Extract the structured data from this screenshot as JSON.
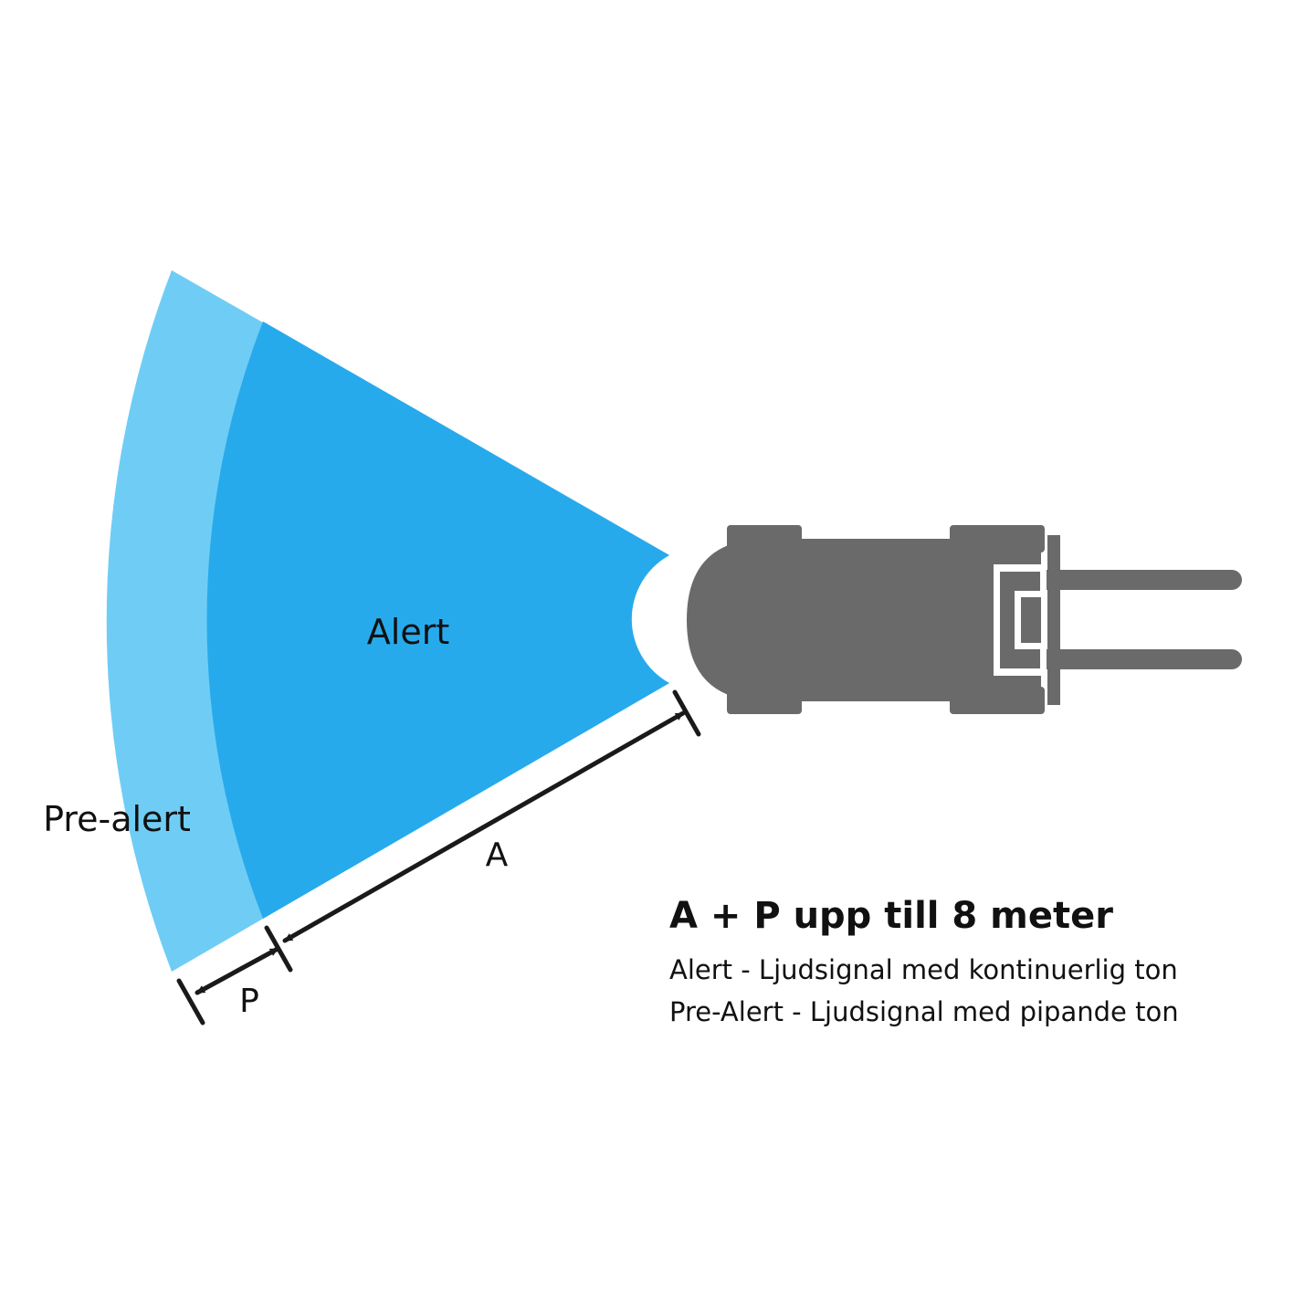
{
  "zones": {
    "alert_label": "Alert",
    "prealert_label": "Pre-alert"
  },
  "dimensions": {
    "a_label": "A",
    "p_label": "P"
  },
  "caption": {
    "title": "A + P upp till 8 meter",
    "line1": "Alert - Ljudsignal med kontinuerlig ton",
    "line2": "Pre-Alert - Ljudsignal med pipande ton"
  },
  "colors": {
    "alert": "#27aaec",
    "prealert": "#6fcdf5",
    "forklift": "#6a6a6a",
    "line": "#1a1a1a",
    "background": "#ffffff"
  },
  "icons": {
    "vehicle": "forklift-icon"
  }
}
